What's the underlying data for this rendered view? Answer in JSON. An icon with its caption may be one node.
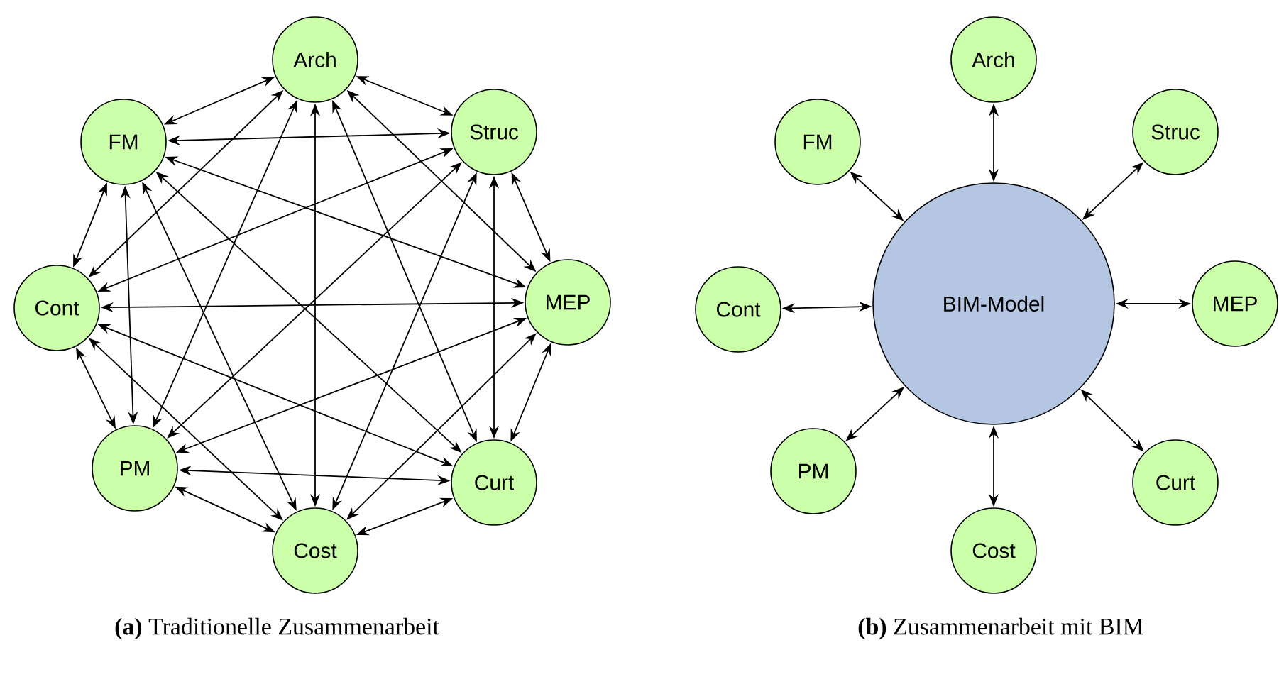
{
  "diagram": {
    "nodes": [
      {
        "text": [
          "Arch"
        ]
      },
      {
        "text": [
          "Struc"
        ]
      },
      {
        "text": [
          "MEP"
        ]
      },
      {
        "text": [
          "Curt"
        ]
      },
      {
        "text": [
          "Cost"
        ]
      },
      {
        "text": [
          "PM"
        ]
      },
      {
        "text": [
          "Cont"
        ]
      },
      {
        "text": [
          "FM"
        ]
      },
      {
        "text": [
          "BIM-Model"
        ]
      },
      {
        "text": [
          "Arch"
        ]
      },
      {
        "text": [
          "Struc"
        ]
      },
      {
        "text": [
          "MEP"
        ]
      },
      {
        "text": [
          "Curt"
        ]
      },
      {
        "text": [
          "Cost"
        ]
      },
      {
        "text": [
          "PM"
        ]
      },
      {
        "text": [
          "Cont"
        ]
      },
      {
        "text": [
          "FM"
        ]
      }
    ],
    "edges": [
      {
        "from": 0,
        "to": 1,
        "arrow": "both"
      },
      {
        "from": 0,
        "to": 2,
        "arrow": "both"
      },
      {
        "from": 0,
        "to": 3,
        "arrow": "both"
      },
      {
        "from": 0,
        "to": 4,
        "arrow": "both"
      },
      {
        "from": 0,
        "to": 5,
        "arrow": "both"
      },
      {
        "from": 0,
        "to": 6,
        "arrow": "both"
      },
      {
        "from": 0,
        "to": 7,
        "arrow": "both"
      },
      {
        "from": 1,
        "to": 2,
        "arrow": "both"
      },
      {
        "from": 1,
        "to": 3,
        "arrow": "both"
      },
      {
        "from": 1,
        "to": 4,
        "arrow": "both"
      },
      {
        "from": 1,
        "to": 5,
        "arrow": "both"
      },
      {
        "from": 1,
        "to": 6,
        "arrow": "both"
      },
      {
        "from": 1,
        "to": 7,
        "arrow": "both"
      },
      {
        "from": 2,
        "to": 3,
        "arrow": "both"
      },
      {
        "from": 2,
        "to": 4,
        "arrow": "both"
      },
      {
        "from": 2,
        "to": 5,
        "arrow": "both"
      },
      {
        "from": 2,
        "to": 6,
        "arrow": "both"
      },
      {
        "from": 2,
        "to": 7,
        "arrow": "both"
      },
      {
        "from": 3,
        "to": 4,
        "arrow": "both"
      },
      {
        "from": 3,
        "to": 5,
        "arrow": "both"
      },
      {
        "from": 3,
        "to": 6,
        "arrow": "both"
      },
      {
        "from": 3,
        "to": 7,
        "arrow": "both"
      },
      {
        "from": 4,
        "to": 5,
        "arrow": "both"
      },
      {
        "from": 4,
        "to": 6,
        "arrow": "both"
      },
      {
        "from": 4,
        "to": 7,
        "arrow": "both"
      },
      {
        "from": 5,
        "to": 6,
        "arrow": "both"
      },
      {
        "from": 5,
        "to": 7,
        "arrow": "both"
      },
      {
        "from": 6,
        "to": 7,
        "arrow": "both"
      },
      {
        "from": 8,
        "to": 9,
        "arrow": "both"
      },
      {
        "from": 8,
        "to": 10,
        "arrow": "both"
      },
      {
        "from": 8,
        "to": 11,
        "arrow": "both"
      },
      {
        "from": 8,
        "to": 12,
        "arrow": "both"
      },
      {
        "from": 8,
        "to": 13,
        "arrow": "both"
      },
      {
        "from": 8,
        "to": 14,
        "arrow": "both"
      },
      {
        "from": 8,
        "to": 15,
        "arrow": "both"
      },
      {
        "from": 8,
        "to": 16,
        "arrow": "both"
      }
    ],
    "labels": [
      "**(a)** Traditionelle Zusammenarbeit",
      "**(b)** Zusammenarbeit mit BIM"
    ]
  }
}
